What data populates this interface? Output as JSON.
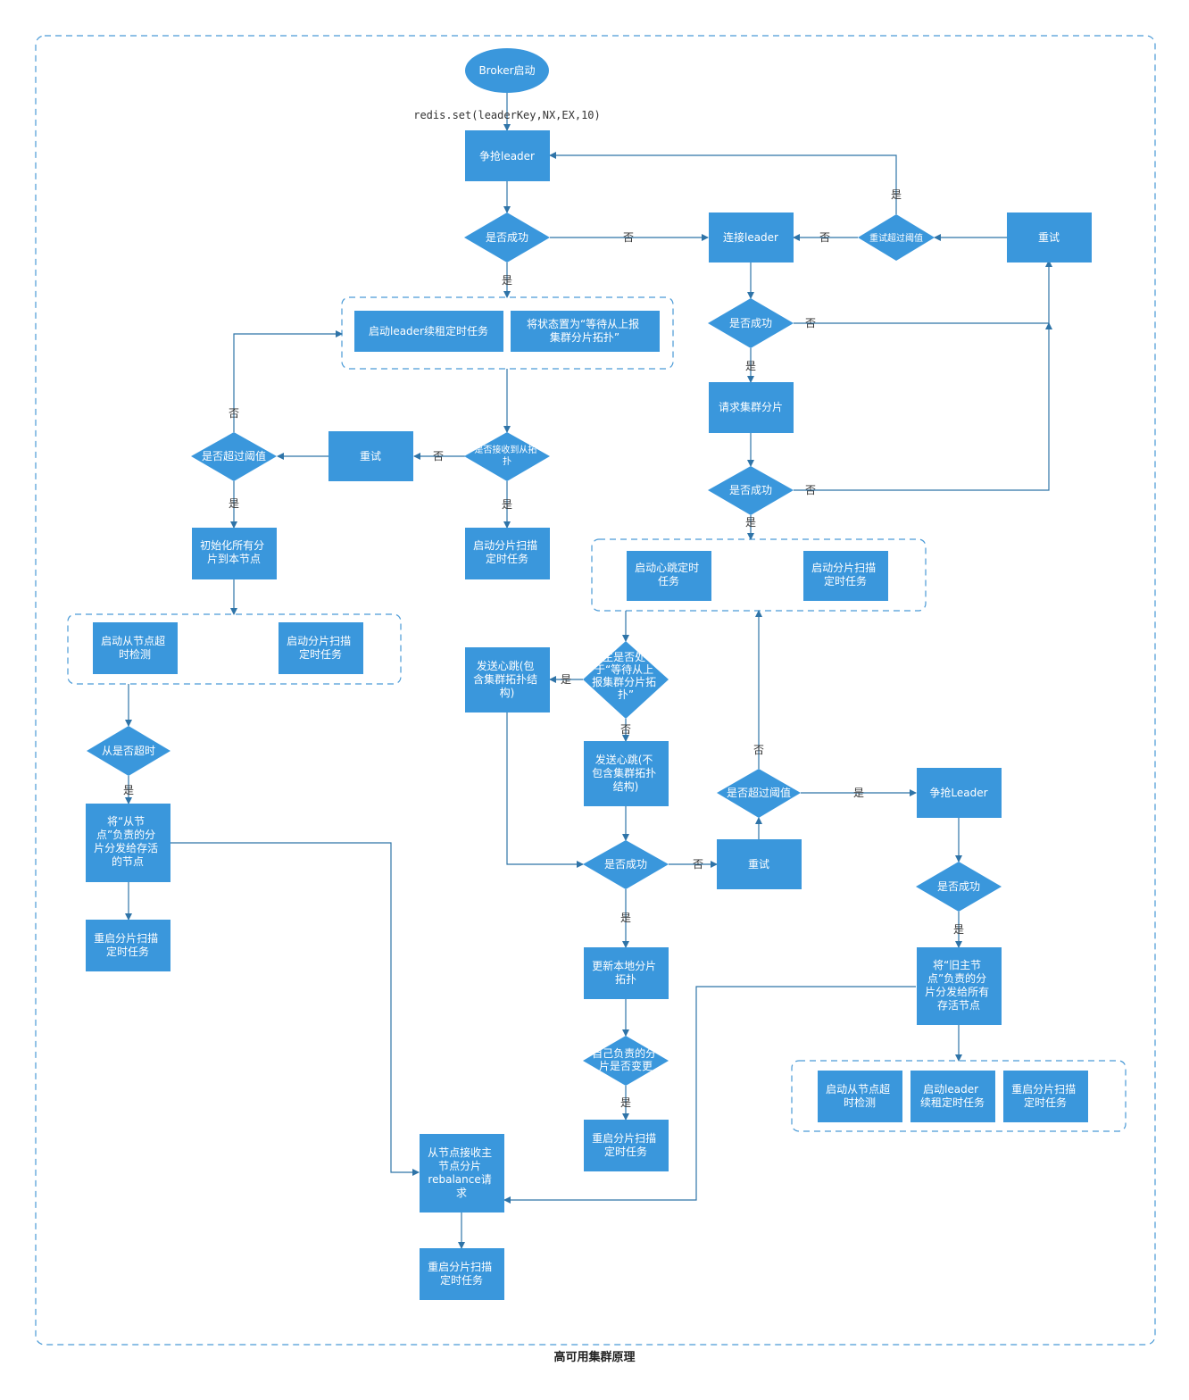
{
  "caption": "高可用集群原理",
  "colors": {
    "node": "#3a97dc",
    "line": "#2f74a8",
    "group_border": "#4a9ad6"
  },
  "nodes": {
    "start": "Broker启动",
    "compete_leader_1": "争抢leader",
    "is_success_1": "是否成功",
    "connect_leader": "连接leader",
    "retry_threshold_1": "重试超过阈值",
    "retry_1": "重试",
    "is_success_2": "是否成功",
    "request_shards": "请求集群分片",
    "is_success_3": "是否成功",
    "start_lease_task": "启动leader续租定时任务",
    "set_state": [
      "将状态置为“等待从上报",
      "集群分片拓扑”"
    ],
    "received_slave": [
      "是否接收到从拓",
      "扑"
    ],
    "retry_2": "重试",
    "over_threshold_2": "是否超过阈值",
    "init_shards": [
      "初始化所有分",
      "片到本节点"
    ],
    "start_shard_scan_1": [
      "启动分片扫描",
      "定时任务"
    ],
    "start_heartbeat_task": [
      "启动心跳定时",
      "任务"
    ],
    "start_shard_scan_2": [
      "启动分片扫描",
      "定时任务"
    ],
    "start_slave_timeout": [
      "启动从节点超",
      "时检测"
    ],
    "start_shard_scan_3": [
      "启动分片扫描",
      "定时任务"
    ],
    "master_waiting": [
      "主是否处",
      "于“等待从上",
      "报集群分片拓",
      "扑”"
    ],
    "send_heartbeat_with": [
      "发送心跳(包",
      "含集群拓扑结",
      "构)"
    ],
    "send_heartbeat_without": [
      "发送心跳(不",
      "包含集群拓扑",
      "结构)"
    ],
    "over_threshold_3": "是否超过阈值",
    "compete_leader_2": "争抢Leader",
    "is_success_4": "是否成功",
    "retry_3": "重试",
    "is_success_5": "是否成功",
    "slave_timeout": "从是否超时",
    "assign_slave_shards": [
      "将“从节",
      "点”负责的分",
      "片分发给存活",
      "的节点"
    ],
    "restart_scan_1": [
      "重启分片扫描",
      "定时任务"
    ],
    "update_topology": [
      "更新本地分片",
      "拓扑"
    ],
    "own_shard_changed": [
      "自己负责的分",
      "片是否变更"
    ],
    "restart_scan_2": [
      "重启分片扫描",
      "定时任务"
    ],
    "assign_old_master": [
      "将“旧主节",
      "点”负责的分",
      "片分发给所有",
      "存活节点"
    ],
    "start_slave_timeout_2": [
      "启动从节点超",
      "时检测"
    ],
    "start_lease_task_2": [
      "启动leader",
      "续租定时任务"
    ],
    "restart_scan_3": [
      "重启分片扫描",
      "定时任务"
    ],
    "slave_receive_rebalance": [
      "从节点接收主",
      "节点分片",
      "rebalance请",
      "求"
    ],
    "restart_scan_4": [
      "重启分片扫描",
      "定时任务"
    ]
  },
  "labels": {
    "redis_cmd": "redis.set(leaderKey,NX,EX,10)",
    "yes": "是",
    "no": "否"
  }
}
